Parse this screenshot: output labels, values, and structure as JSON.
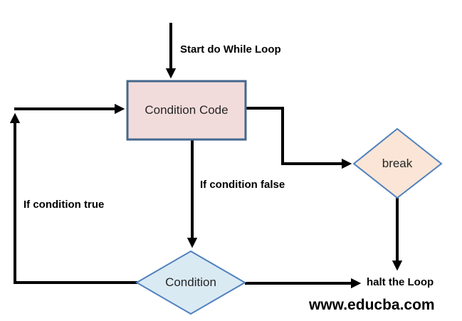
{
  "diagram": {
    "title_semantic": "do-while loop flowchart",
    "start_label": "Start do While Loop",
    "condition_code_label": "Condition Code",
    "break_label": "break",
    "condition_label": "Condition",
    "if_condition_false_label": "If condition false",
    "if_condition_true_label": "If condition true",
    "halt_label": "halt the Loop",
    "watermark": "www.educba.com"
  },
  "colors": {
    "background": "#ffffff",
    "line": "#000000",
    "box_fill": "#f2dcdb",
    "box_border": "#44678e",
    "break_fill": "#fbe5d6",
    "condition_fill": "#daeaf3",
    "diamond_border": "#4f81bd",
    "shape_text": "#262626"
  }
}
